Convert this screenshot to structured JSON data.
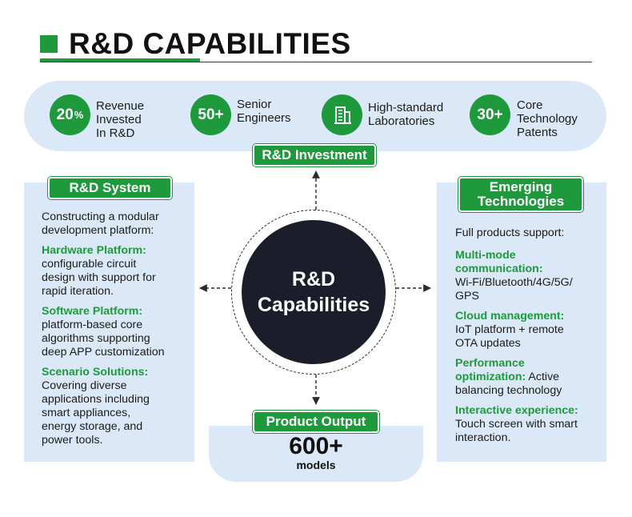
{
  "header": {
    "title": "R&D CAPABILITIES",
    "accent_color": "#1e9a3c"
  },
  "stats": [
    {
      "value": "20",
      "suffix": "%",
      "label": "Revenue Invested In R&D",
      "lines": [
        "Revenue",
        "Invested",
        "In R&D"
      ]
    },
    {
      "value": "50+",
      "label": "Senior Engineers",
      "lines": [
        "Senior",
        "Engineers"
      ]
    },
    {
      "icon": "building-icon",
      "label": "High-standard Laboratories",
      "lines": [
        "High-standard",
        "Laboratories"
      ]
    },
    {
      "value": "30+",
      "label": "Core Technology Patents",
      "lines": [
        "Core",
        "Technology",
        "Patents"
      ]
    }
  ],
  "investment_tag": "R&D Investment",
  "center": {
    "line1": "R&D",
    "line2": "Capabilities"
  },
  "rd_system": {
    "tag": "R&D System",
    "intro": [
      "Constructing a modular",
      "development platform:"
    ],
    "sections": [
      {
        "heading": "Hardware Platform:",
        "lines": [
          "configurable circuit",
          "design with support for",
          "rapid iteration."
        ]
      },
      {
        "heading": "Software Platform:",
        "lines": [
          "platform-based core",
          "algorithms supporting",
          "deep APP customization"
        ]
      },
      {
        "heading": "Scenario Solutions:",
        "lines": [
          "Covering diverse",
          "applications including",
          "smart appliances,",
          "energy storage, and",
          "power tools."
        ]
      }
    ]
  },
  "emerging": {
    "tag_line1": "Emerging",
    "tag_line2": "Technologies",
    "intro": "Full products support:",
    "sections": [
      {
        "heading_lines": [
          "Multi-mode",
          "communication:"
        ],
        "lines": [
          "Wi-Fi/Bluetooth/4G/5G/",
          "GPS"
        ]
      },
      {
        "heading_lines": [
          "Cloud management:"
        ],
        "lines": [
          "IoT platform + remote",
          "OTA updates"
        ]
      },
      {
        "heading_lines": [
          "Performance",
          "optimization:"
        ],
        "inline_after_heading": " Active",
        "lines": [
          "balancing technology"
        ]
      },
      {
        "heading_lines": [
          "Interactive experience:"
        ],
        "lines": [
          "Touch screen with smart",
          "interaction."
        ]
      }
    ]
  },
  "output": {
    "tag": "Product Output",
    "value": "600+",
    "unit": "models"
  }
}
